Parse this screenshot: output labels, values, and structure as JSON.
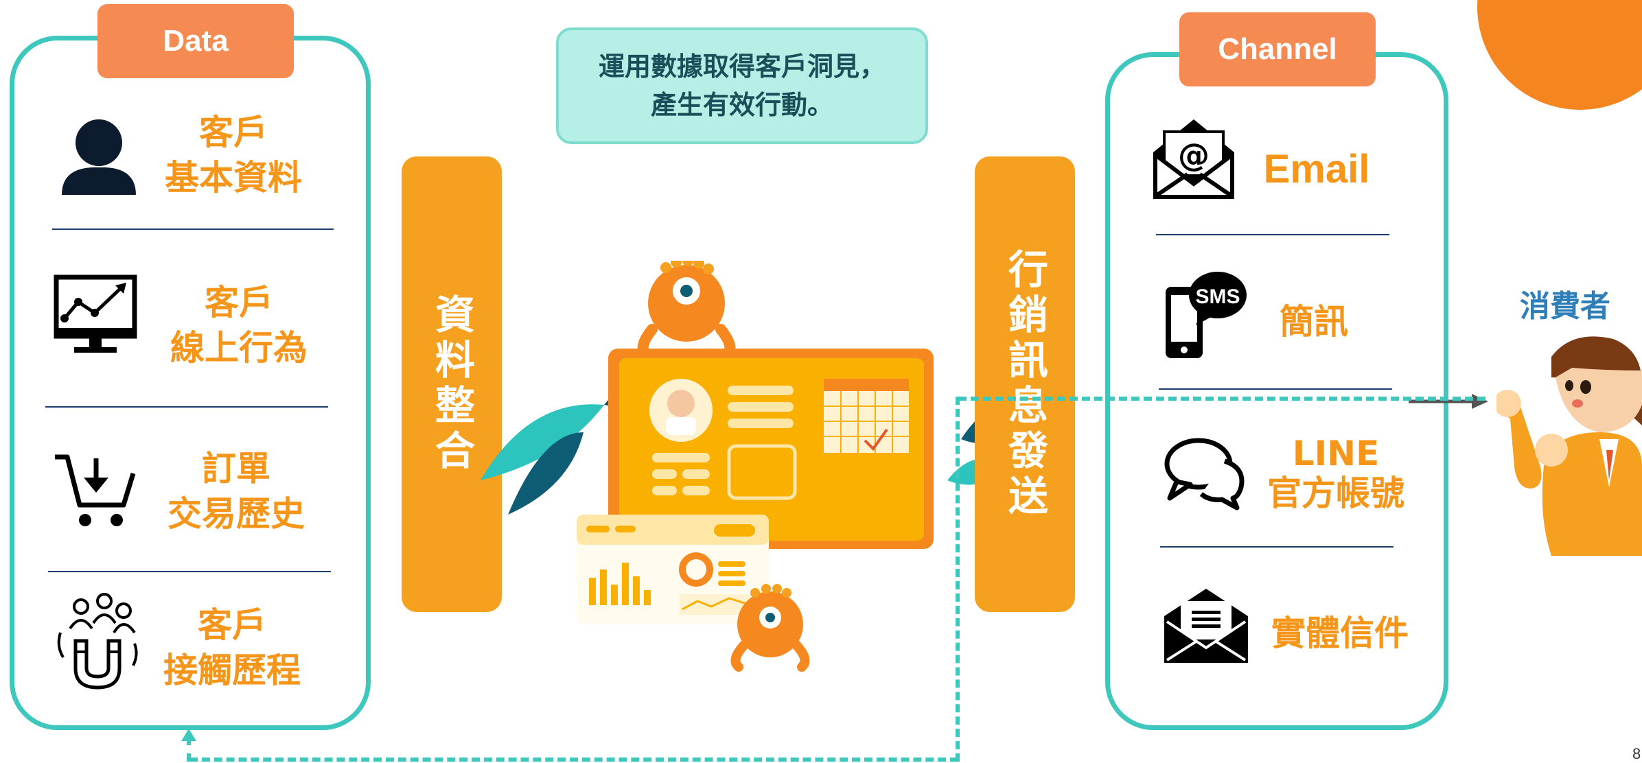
{
  "data_panel": {
    "tag": "Data",
    "items": [
      {
        "label": "客戶\n基本資料",
        "icon": "person-icon"
      },
      {
        "label": "客戶\n線上行為",
        "icon": "monitor-chart-icon"
      },
      {
        "label": "訂單\n交易歷史",
        "icon": "shopping-cart-icon"
      },
      {
        "label": "客戶\n接觸歷程",
        "icon": "magnet-people-icon"
      }
    ]
  },
  "integration_bar": "資料整合",
  "callout": "運用數據取得客戶洞見，\n產生有效行動。",
  "marketing_bar": "行銷訊息發送",
  "channel_panel": {
    "tag": "Channel",
    "items": [
      {
        "label": "Email",
        "icon": "email-icon"
      },
      {
        "label": "簡訊",
        "icon": "sms-phone-icon"
      },
      {
        "label": "LINE\n官方帳號",
        "icon": "chat-bubbles-icon"
      },
      {
        "label": "實體信件",
        "icon": "letter-icon"
      }
    ]
  },
  "consumer_label": "消費者",
  "page_number": "8",
  "colors": {
    "teal": "#3ec8bd",
    "orange": "#f5961b",
    "tag": "#f58a52",
    "bar": "#f5a01f"
  }
}
